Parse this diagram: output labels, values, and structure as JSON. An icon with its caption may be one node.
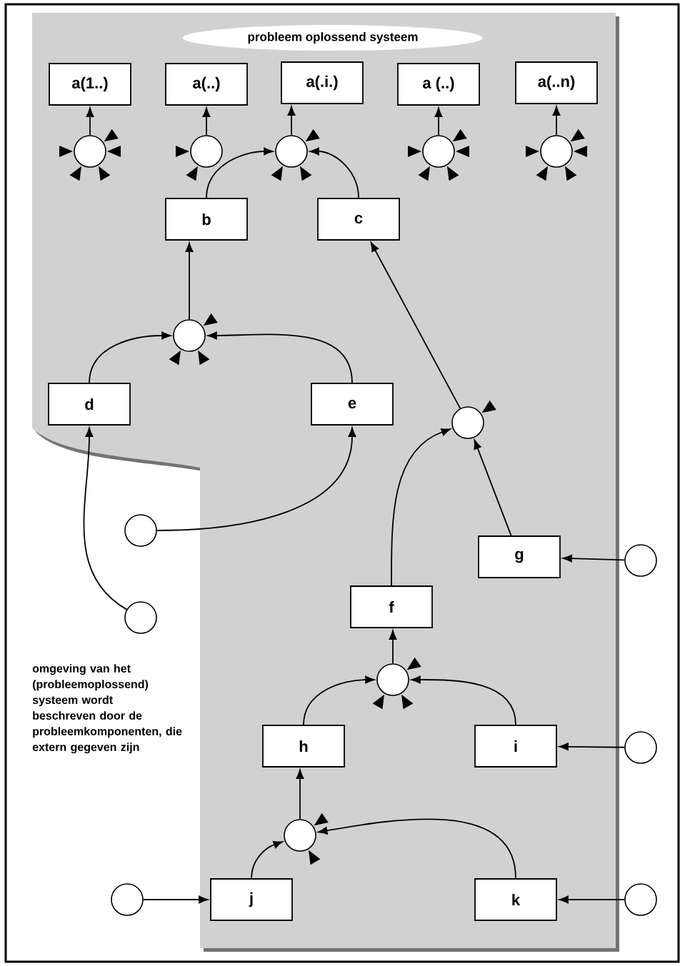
{
  "diagram": {
    "nodes": [
      {
        "text": [
          "probleem oplossend systeem"
        ]
      },
      {
        "text": [
          "a(1..)"
        ],
        "in": 0
      },
      {
        "text": [
          "a(..)"
        ],
        "in": 0
      },
      {
        "text": [
          "a(.i.)"
        ],
        "in": 0
      },
      {
        "text": [
          "a (..)"
        ],
        "in": 0
      },
      {
        "text": [
          "a(..n)"
        ],
        "in": 0
      },
      {
        "text": [],
        "shape": "circle",
        "in": 0
      },
      {
        "text": [],
        "shape": "circle",
        "in": 0
      },
      {
        "text": [],
        "shape": "circle",
        "in": 0
      },
      {
        "text": [],
        "shape": "circle",
        "in": 0
      },
      {
        "text": [],
        "shape": "circle",
        "in": 0
      },
      {
        "text": [
          "b"
        ],
        "in": 0
      },
      {
        "text": [
          "c"
        ],
        "in": 0
      },
      {
        "text": [],
        "shape": "circle",
        "in": 0
      },
      {
        "text": [
          "d"
        ],
        "in": 0
      },
      {
        "text": [
          "e"
        ],
        "in": 0
      },
      {
        "text": [],
        "shape": "circle"
      },
      {
        "text": [],
        "shape": "circle"
      },
      {
        "text": [],
        "shape": "circle",
        "in": 0
      },
      {
        "text": [
          "g"
        ],
        "in": 0
      },
      {
        "text": [],
        "shape": "circle"
      },
      {
        "text": [
          "f"
        ],
        "in": 0
      },
      {
        "text": [],
        "shape": "circle",
        "in": 0
      },
      {
        "text": [
          "h"
        ],
        "in": 0
      },
      {
        "text": [
          "i"
        ],
        "in": 0
      },
      {
        "text": [],
        "shape": "circle"
      },
      {
        "text": [],
        "shape": "circle",
        "in": 0
      },
      {
        "text": [
          "j"
        ],
        "in": 0
      },
      {
        "text": [
          "k"
        ],
        "in": 0
      },
      {
        "text": [],
        "shape": "circle"
      },
      {
        "text": [],
        "shape": "circle"
      }
    ],
    "edges": [
      {
        "from": 6,
        "to": 1,
        "arrow": "to"
      },
      {
        "from": 7,
        "to": 2,
        "arrow": "to"
      },
      {
        "from": 8,
        "to": 3,
        "arrow": "to"
      },
      {
        "from": 9,
        "to": 4,
        "arrow": "to"
      },
      {
        "from": 10,
        "to": 5,
        "arrow": "to"
      },
      {
        "from": 11,
        "to": 8,
        "arrow": "to"
      },
      {
        "from": 12,
        "to": 8,
        "arrow": "to"
      },
      {
        "from": 13,
        "to": 11,
        "arrow": "to"
      },
      {
        "from": 14,
        "to": 13,
        "arrow": "to"
      },
      {
        "from": 15,
        "to": 13,
        "arrow": "to"
      },
      {
        "from": 17,
        "to": 14,
        "arrow": "to"
      },
      {
        "from": 16,
        "to": 15,
        "arrow": "to"
      },
      {
        "from": 18,
        "to": 12,
        "arrow": "to"
      },
      {
        "from": 21,
        "to": 18,
        "arrow": "to"
      },
      {
        "from": 19,
        "to": 18,
        "arrow": "to"
      },
      {
        "from": 20,
        "to": 19,
        "arrow": "to"
      },
      {
        "from": 22,
        "to": 21,
        "arrow": "to"
      },
      {
        "from": 23,
        "to": 22,
        "arrow": "to"
      },
      {
        "from": 24,
        "to": 22,
        "arrow": "to"
      },
      {
        "from": 25,
        "to": 24,
        "arrow": "to"
      },
      {
        "from": 26,
        "to": 23,
        "arrow": "to"
      },
      {
        "from": 27,
        "to": 26,
        "arrow": "to"
      },
      {
        "from": 28,
        "to": 26,
        "arrow": "to"
      },
      {
        "from": 29,
        "to": 27,
        "arrow": "to"
      },
      {
        "from": 30,
        "to": 28,
        "arrow": "to"
      }
    ],
    "labels": [
      "omgeving van het (probleemoplossend) systeem wordt beschreven door de probleemkomponenten, die extern gegeven zijn"
    ]
  }
}
